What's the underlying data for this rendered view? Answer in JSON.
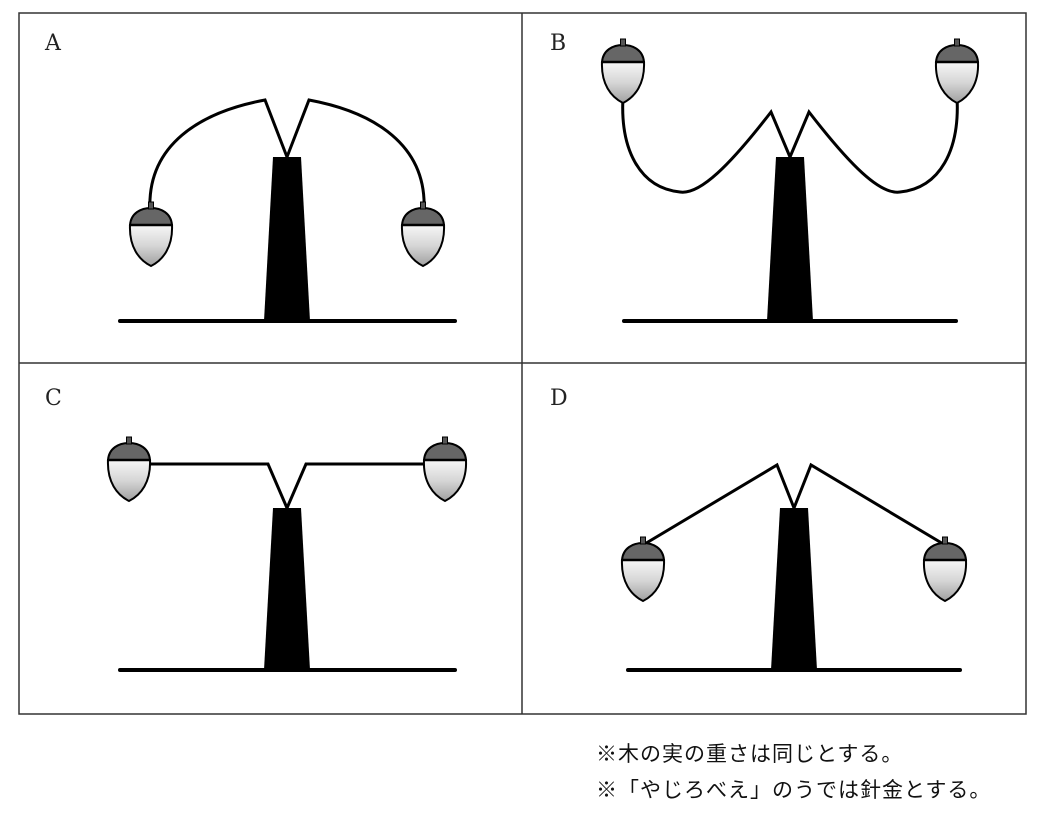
{
  "panels": [
    {
      "label": "A"
    },
    {
      "label": "B"
    },
    {
      "label": "C"
    },
    {
      "label": "D"
    }
  ],
  "notes": [
    "※木の実の重さは同じとする。",
    "※「やじろべえ」のうでは針金とする。"
  ],
  "colors": {
    "line": "#000000",
    "acorn_cap": "#666666",
    "acorn_body_light": "#f5f5f5",
    "acorn_body_dark": "#9a9a9a"
  }
}
